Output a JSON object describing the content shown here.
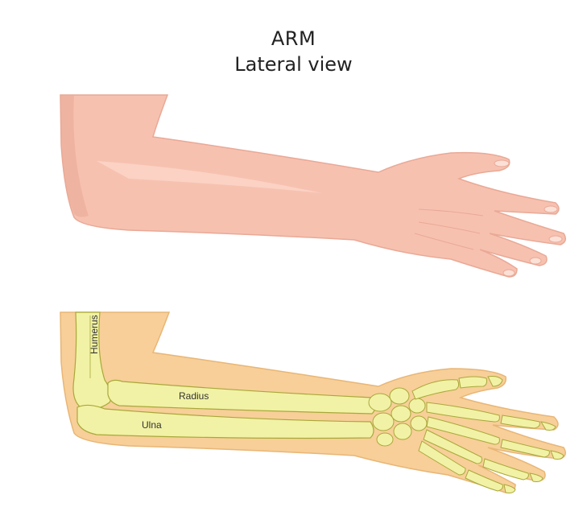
{
  "title": "ARM",
  "subtitle": "Lateral view",
  "labels": {
    "humerus": "Humerus",
    "radius": "Radius",
    "ulna": "Ulna"
  },
  "colors": {
    "skin": "#f7c1b0",
    "skin_shadow": "#e7a393",
    "silhouette": "#f8cf98",
    "bone": "#f2f2a6",
    "bone_outline": "#a8a83a",
    "text": "#222222"
  }
}
